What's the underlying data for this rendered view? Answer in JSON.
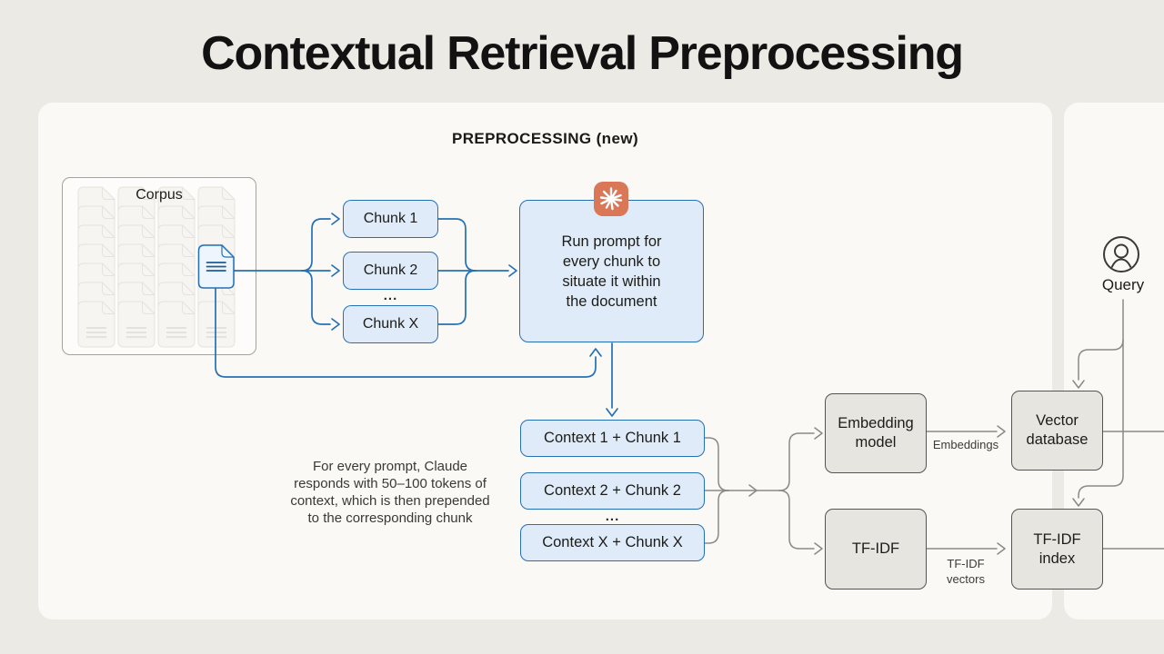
{
  "title": "Contextual Retrieval Preprocessing",
  "panel": {
    "heading": "PREPROCESSING (new)"
  },
  "corpus": {
    "label": "Corpus"
  },
  "chunks": {
    "item1": "Chunk 1",
    "item2": "Chunk 2",
    "ellipsis": "...",
    "itemX": "Chunk X"
  },
  "claude": {
    "prompt_text": "Run prompt for\nevery chunk to\nsituate it within\nthe document",
    "icon": "claude-spark-icon"
  },
  "contexts": {
    "item1": "Context 1 + Chunk 1",
    "item2": "Context 2 + Chunk 2",
    "ellipsis": "...",
    "itemX": "Context X + Chunk X"
  },
  "caption": "For every prompt, Claude\nresponds with 50–100 tokens of\ncontext, which is then prepended\nto the corresponding chunk",
  "nodes": {
    "embedding_model": "Embedding\nmodel",
    "vector_database": "Vector\ndatabase",
    "tfidf": "TF-IDF",
    "tfidf_index": "TF-IDF\nindex"
  },
  "edge_labels": {
    "embeddings": "Embeddings",
    "tfidf_vectors": "TF-IDF\nvectors"
  },
  "query": {
    "label": "Query",
    "icon": "user-circle-icon"
  },
  "colors": {
    "page_bg": "#ECEAE5",
    "panel_bg": "#FAF9F6",
    "accent_blue": "#2470B3",
    "blue_fill": "#DFEBF8",
    "gray_fill": "#E7E5E0",
    "gray_line": "#8A8A84",
    "claude_orange": "#D97757",
    "text": "#1C1C19"
  }
}
